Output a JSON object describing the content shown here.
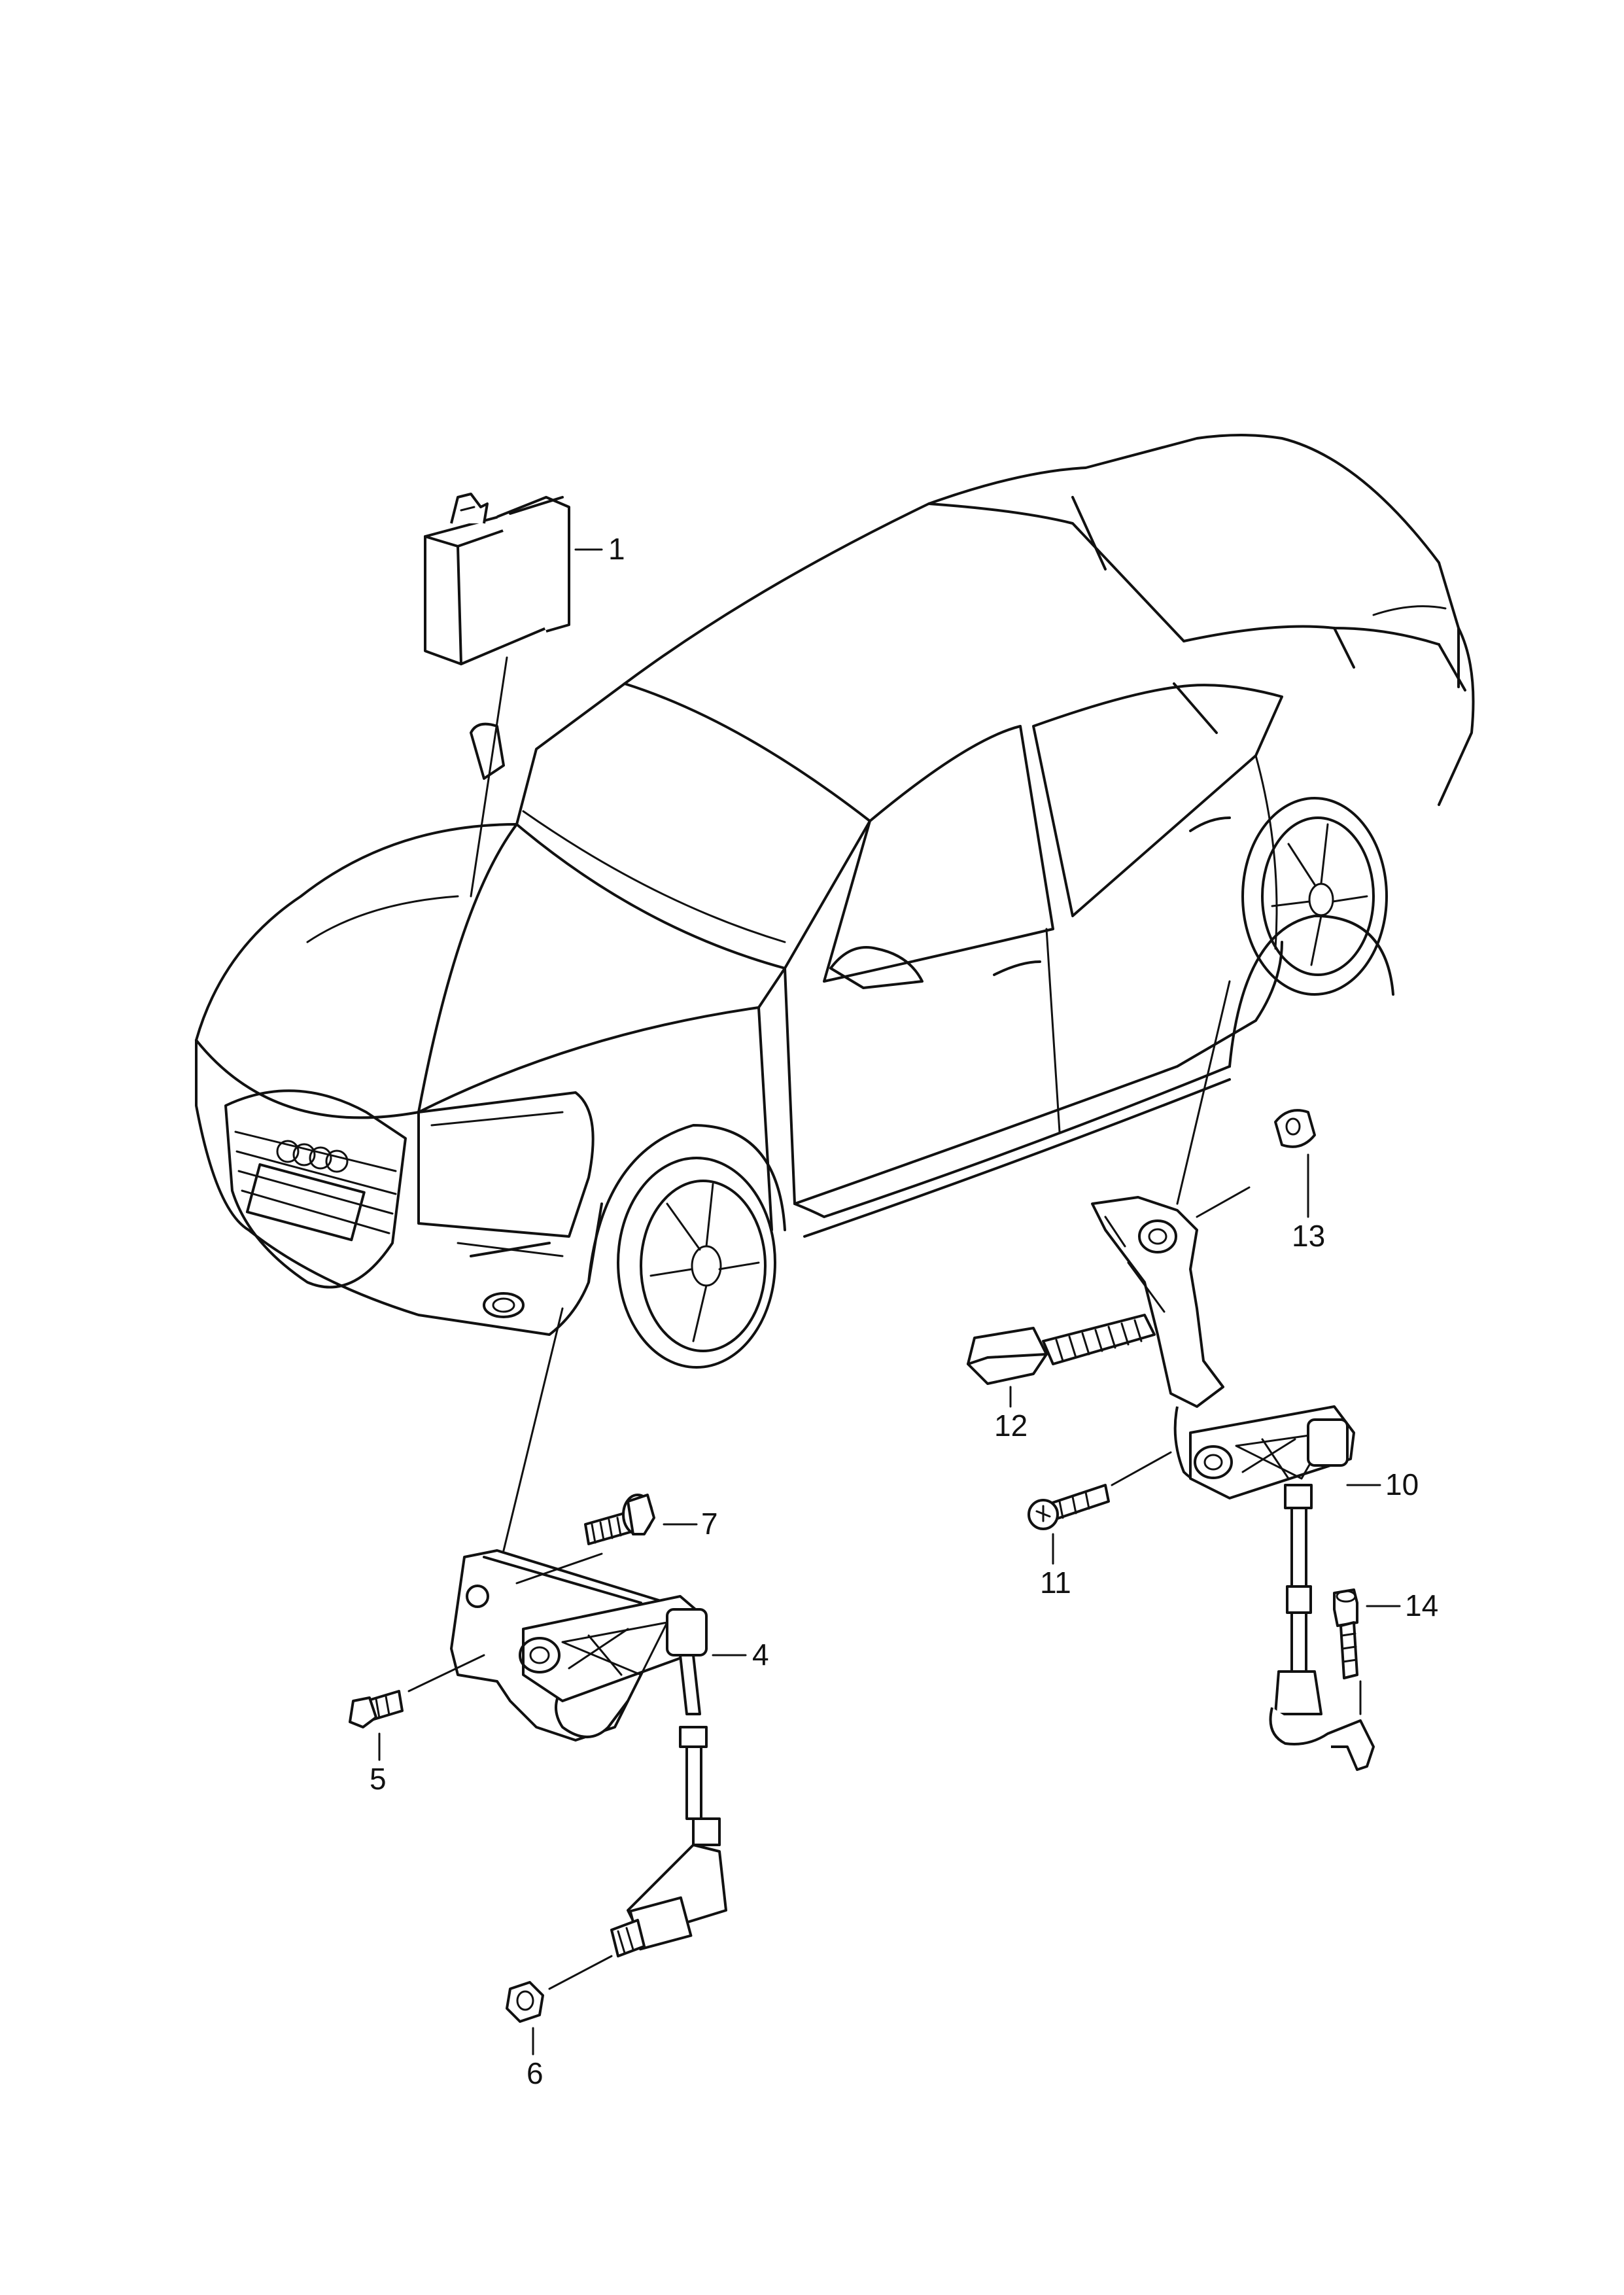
{
  "diagram": {
    "callouts": {
      "c1": "1",
      "c4": "4",
      "c5": "5",
      "c6": "6",
      "c7": "7",
      "c10": "10",
      "c11": "11",
      "c12": "12",
      "c13": "13",
      "c14": "14"
    }
  },
  "colors": {
    "line": "#111111",
    "background": "#ffffff"
  }
}
